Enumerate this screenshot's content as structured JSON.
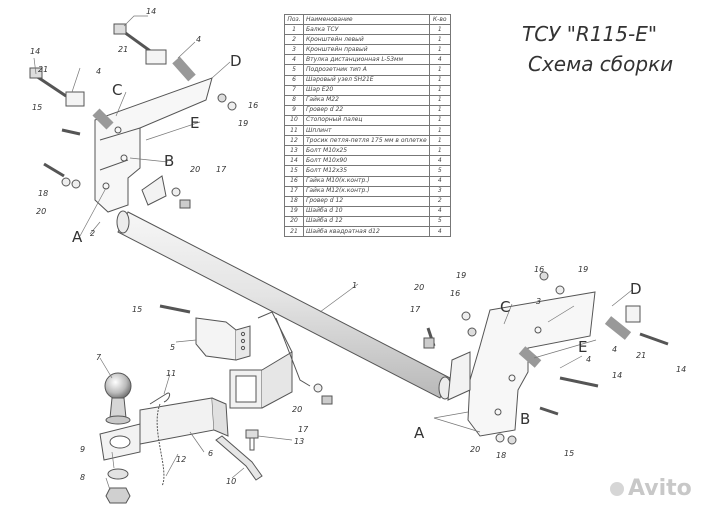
{
  "title": {
    "line1": "ТСУ \"R115-E\"",
    "line2": "Схема сборки"
  },
  "table": {
    "headers": [
      "Поз.",
      "Наименование",
      "К-во"
    ],
    "rows": [
      [
        "1",
        "Балка ТСУ",
        "1"
      ],
      [
        "2",
        "Кронштейн левый",
        "1"
      ],
      [
        "3",
        "Кронштейн правый",
        "1"
      ],
      [
        "4",
        "Втулка дистанционная L-53мм",
        "4"
      ],
      [
        "5",
        "Подрозетник тип A",
        "1"
      ],
      [
        "6",
        "Шаровый узел SH21E",
        "1"
      ],
      [
        "7",
        "Шар E20",
        "1"
      ],
      [
        "8",
        "Гайка M22",
        "1"
      ],
      [
        "9",
        "Гровер d 22",
        "1"
      ],
      [
        "10",
        "Стопорный палец",
        "1"
      ],
      [
        "11",
        "Шплинт",
        "1"
      ],
      [
        "12",
        "Тросик петля-петля 175 мм в оплетке",
        "1"
      ],
      [
        "13",
        "Болт M10x25",
        "1"
      ],
      [
        "14",
        "Болт M10x90",
        "4"
      ],
      [
        "15",
        "Болт M12x35",
        "5"
      ],
      [
        "16",
        "Гайка M10(к.контр.)",
        "4"
      ],
      [
        "17",
        "Гайка M12(к.контр.)",
        "3"
      ],
      [
        "18",
        "Гровер d 12",
        "2"
      ],
      [
        "19",
        "Шайба d 10",
        "4"
      ],
      [
        "20",
        "Шайба d 12",
        "5"
      ],
      [
        "21",
        "Шайба квадратная d12",
        "4"
      ]
    ]
  },
  "letters": [
    "A",
    "B",
    "C",
    "D",
    "E"
  ],
  "callouts": {
    "l14a": "14",
    "l21a": "21",
    "l4a": "4",
    "l14b": "14",
    "l21b": "21",
    "l4b": "4",
    "l15a": "15",
    "l18a": "18",
    "l20a": "20",
    "l16a": "16",
    "l19a": "19",
    "l20b": "20",
    "l17a": "17",
    "l2": "2",
    "l1": "1",
    "l15b": "15",
    "l5": "5",
    "l7": "7",
    "l11": "11",
    "l12": "12",
    "l6": "6",
    "l13": "13",
    "l9": "9",
    "l8": "8",
    "l10": "10",
    "l20c": "20",
    "l17b": "17",
    "l20d": "20",
    "l16b": "16",
    "l19b": "19",
    "l17c": "17",
    "l16c": "16",
    "l19c": "19",
    "l3": "3",
    "l4c": "4",
    "l21c": "21",
    "l14c": "14",
    "l4d": "4",
    "l14d": "14",
    "l20e": "20",
    "l18b": "18",
    "l15c": "15"
  },
  "watermark": "Avito"
}
